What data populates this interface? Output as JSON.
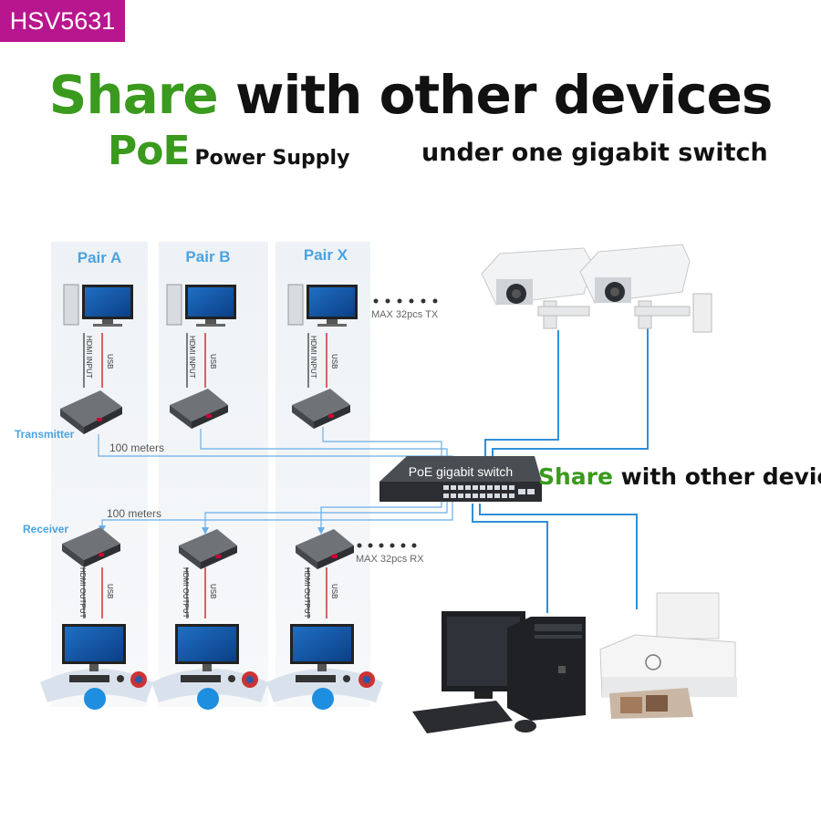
{
  "badge": "HSV5631",
  "headline": {
    "green": "Share",
    "rest": " with other devices"
  },
  "subtitle_left": {
    "green": "PoE",
    "rest": "Power Supply"
  },
  "subtitle_right": "under one gigabit switch",
  "side_title": {
    "green": "Share",
    "rest": " with other devices"
  },
  "columns": [
    {
      "label": "Pair A"
    },
    {
      "label": "Pair B"
    },
    {
      "label": "Pair X"
    }
  ],
  "row_labels": {
    "transmitter": "Transmitter",
    "receiver": "Receiver"
  },
  "cable_labels": {
    "input": "HDMI INPUT",
    "output": "HDMI OUTPUT",
    "usb": "USB"
  },
  "distances": {
    "tx": "100 meters",
    "rx": "100 meters"
  },
  "max_tx": "MAX 32pcs TX",
  "max_rx": "MAX 32pcs RX",
  "switch_label": "PoE gigabit switch",
  "colors": {
    "accent_green": "#3a9a1d",
    "badge": "#b8168e",
    "pair_label": "#4aa3e0",
    "network_line": "#2f8fd8"
  }
}
